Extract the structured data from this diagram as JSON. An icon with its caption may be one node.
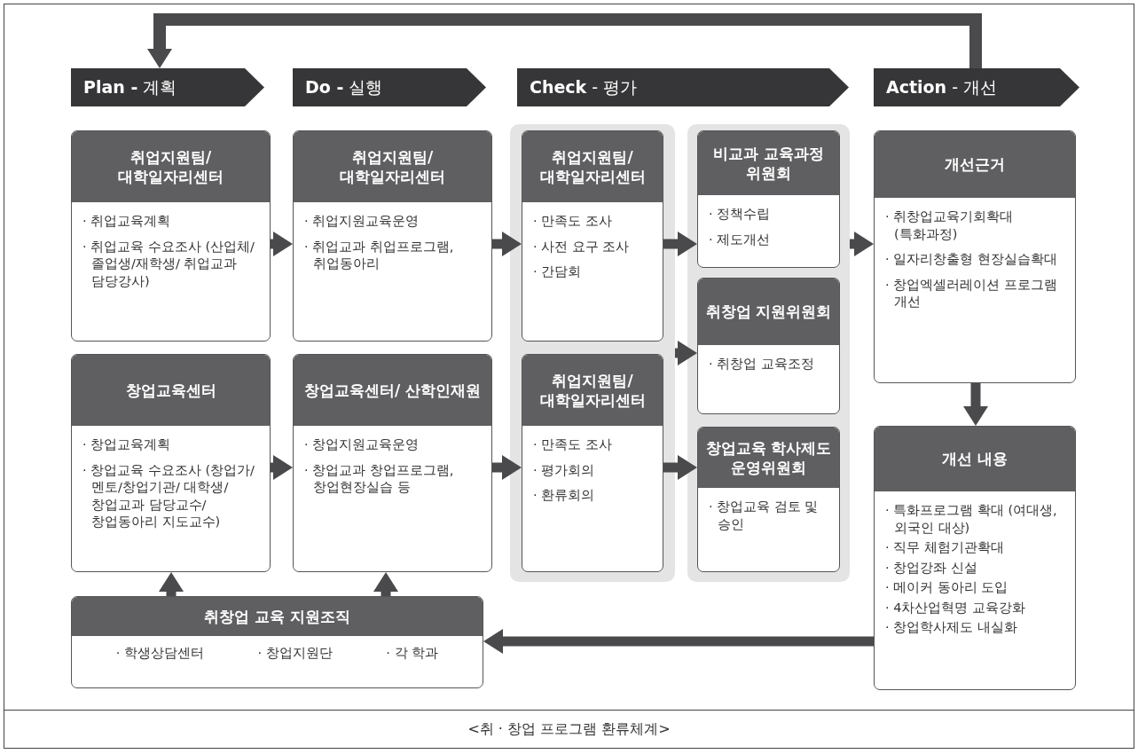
{
  "diagram": {
    "caption": "<취 · 창업 프로그램 환류체계>",
    "nodes": [
      {
        "text": [
          "**Plan -** 계획"
        ]
      },
      {
        "text": [
          "**Do -** 실행"
        ]
      },
      {
        "text": [
          "**Check** - 평가"
        ]
      },
      {
        "text": [
          "**Action** - 개선"
        ]
      },
      {
        "text": [
          "취업지원팀/ 대학일자리센터",
          "· 취업교육계획",
          "· 취업교육 수요조사 (산업체/졸업생/재학생/ 취업교과 담당강사)"
        ]
      },
      {
        "text": [
          "창업교육센터",
          "· 창업교육계획",
          "· 창업교육 수요조사 (창업가/멘토/창업기관/ 대학생/창업교과 담당교수/ 창업동아리 지도교수)"
        ]
      },
      {
        "text": [
          "취업지원팀/ 대학일자리센터",
          "· 취업지원교육운영",
          "· 취업교과 취업프로그램, 취업동아리"
        ]
      },
      {
        "text": [
          "창업교육센터/ 산학인재원",
          "· 창업지원교육운영",
          "· 창업교과 창업프로그램, 창업현장실습 등"
        ]
      },
      {
        "text": [],
        "shape": "box"
      },
      {
        "text": [
          "취업지원팀/ 대학일자리센터",
          "· 만족도 조사",
          "· 사전 요구 조사",
          "· 간담회"
        ],
        "in": 8
      },
      {
        "text": [
          "취업지원팀/ 대학일자리센터",
          "· 만족도 조사",
          "· 평가회의",
          "· 환류회의"
        ],
        "in": 8
      },
      {
        "text": [],
        "shape": "box"
      },
      {
        "text": [
          "비교과 교육과정 위원회",
          "· 정책수립",
          "· 제도개선"
        ],
        "in": 11
      },
      {
        "text": [
          "취창업 지원위원회",
          "· 취창업 교육조정"
        ],
        "in": 11
      },
      {
        "text": [
          "창업교육 학사제도 운영위원회",
          "· 창업교육 검토 및 승인"
        ],
        "in": 11
      },
      {
        "text": [
          "개선근거",
          "· 취창업교육기회확대 (특화과정)",
          "· 일자리창출형 현장실습확대",
          "· 창업엑셀러레이션 프로그램 개선"
        ]
      },
      {
        "text": [
          "개선 내용",
          "· 특화프로그램 확대 (여대생, 외국인 대상)",
          "· 직무 체험기관확대",
          "· 창업강좌 신설",
          "· 메이커 동아리 도입",
          "· 4차산업혁명 교육강화",
          "· 창업학사제도 내실화"
        ]
      },
      {
        "text": [
          "취창업 교육 지원조직",
          "· 학생상담센터",
          "· 창업지원단",
          "· 각 학과"
        ]
      }
    ],
    "edges": [
      {
        "from": 3,
        "to": 0,
        "arrow": "to"
      },
      {
        "from": 4,
        "to": 6,
        "arrow": "to"
      },
      {
        "from": 5,
        "to": 7,
        "arrow": "to"
      },
      {
        "from": 6,
        "to": 9,
        "arrow": "to"
      },
      {
        "from": 7,
        "to": 10,
        "arrow": "to"
      },
      {
        "from": 9,
        "to": 12,
        "arrow": "to"
      },
      {
        "from": 8,
        "to": 13,
        "arrow": "to"
      },
      {
        "from": 10,
        "to": 14,
        "arrow": "to"
      },
      {
        "from": 11,
        "to": 15,
        "arrow": "to"
      },
      {
        "from": 15,
        "to": 16,
        "arrow": "to"
      },
      {
        "from": 16,
        "to": 17,
        "arrow": "to"
      },
      {
        "from": 17,
        "to": 5,
        "arrow": "to"
      },
      {
        "from": 17,
        "to": 7,
        "arrow": "to"
      }
    ]
  }
}
